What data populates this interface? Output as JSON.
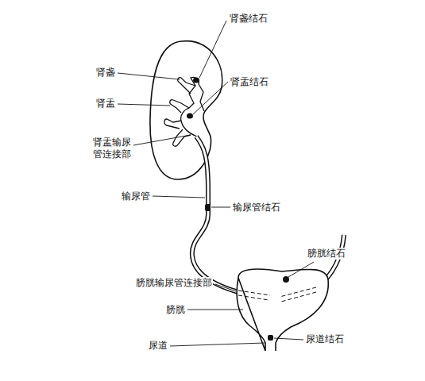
{
  "diagram": {
    "labels": [
      "肾盏结石",
      "肾盏",
      "肾盂结石",
      "肾盂",
      "肾盂输尿 管连接部",
      "输尿管",
      "输尿管结石",
      "膀胱结石",
      "膀胱输尿管连接部",
      "膀胱",
      "尿道",
      "尿道结石"
    ]
  }
}
